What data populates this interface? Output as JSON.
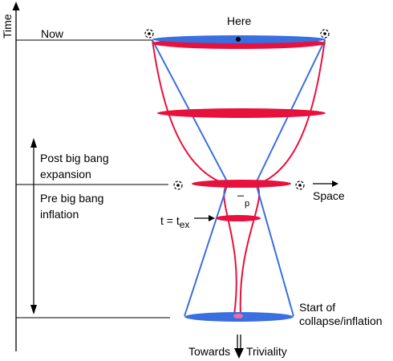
{
  "axis": {
    "time_label": "Time"
  },
  "labels": {
    "here": "Here",
    "now": "Now",
    "post_line1": "Post big bang",
    "post_line2": "expansion",
    "pre_line1": "Pre big bang",
    "pre_line2": "inflation",
    "t_prefix": "t = t",
    "t_sub": "ex",
    "space": "Space",
    "start_line1": "Start of",
    "start_line2": "collapse/inflation",
    "towards": "Towards",
    "triviality": "Triviality",
    "l_small": "l",
    "p_small": "p"
  },
  "colors": {
    "red": "#e8103c",
    "blue": "#3a6fe0",
    "pink": "#f06aa8",
    "black": "#000000"
  },
  "icons": [
    "galaxy-icon-top-left",
    "galaxy-icon-top-right",
    "galaxy-icon-mid-left",
    "galaxy-icon-mid-right"
  ]
}
